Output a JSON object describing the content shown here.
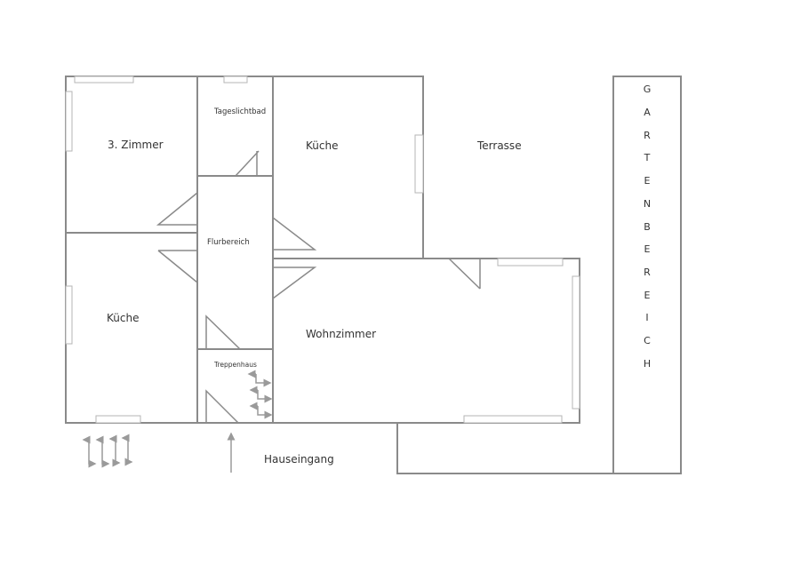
{
  "rooms": {
    "zimmer3": "3. Zimmer",
    "bad": "Tageslichtbad",
    "kueche_top": "Küche",
    "terrasse": "Terrasse",
    "flur": "Flurbereich",
    "kueche_left": "Küche",
    "wohnzimmer": "Wohnzimmer",
    "treppenhaus": "Treppenhaus",
    "eingang": "Hauseingang"
  },
  "garden_letters": [
    "G",
    "A",
    "R",
    "T",
    "E",
    "N",
    "B",
    "E",
    "R",
    "E",
    "I",
    "C",
    "H"
  ],
  "colors": {
    "wall": "#8a8a8a",
    "window": "#b5b5b5",
    "text": "#333333"
  }
}
